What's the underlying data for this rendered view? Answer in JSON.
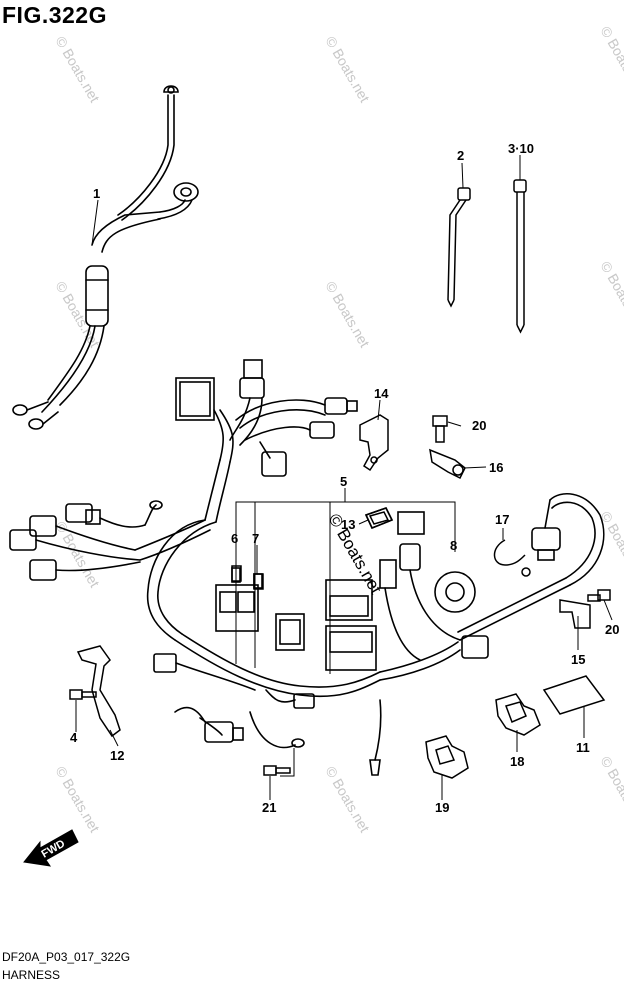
{
  "figure": {
    "title": "FIG.322G",
    "code": "DF20A_P03_017_322G",
    "caption": "HARNESS",
    "watermark": "© Boats.net",
    "fwd_label": "FWD"
  },
  "callouts": [
    {
      "id": "c1",
      "label": "1"
    },
    {
      "id": "c2",
      "label": "2"
    },
    {
      "id": "c3",
      "label": "3·10"
    },
    {
      "id": "c4",
      "label": "4"
    },
    {
      "id": "c5",
      "label": "5"
    },
    {
      "id": "c6",
      "label": "6"
    },
    {
      "id": "c7",
      "label": "7"
    },
    {
      "id": "c8",
      "label": "8"
    },
    {
      "id": "c11",
      "label": "11"
    },
    {
      "id": "c12",
      "label": "12"
    },
    {
      "id": "c13",
      "label": "13"
    },
    {
      "id": "c14",
      "label": "14"
    },
    {
      "id": "c15",
      "label": "15"
    },
    {
      "id": "c16",
      "label": "16"
    },
    {
      "id": "c17",
      "label": "17"
    },
    {
      "id": "c18",
      "label": "18"
    },
    {
      "id": "c19",
      "label": "19"
    },
    {
      "id": "c20a",
      "label": "20"
    },
    {
      "id": "c20b",
      "label": "20"
    },
    {
      "id": "c21",
      "label": "21"
    }
  ]
}
